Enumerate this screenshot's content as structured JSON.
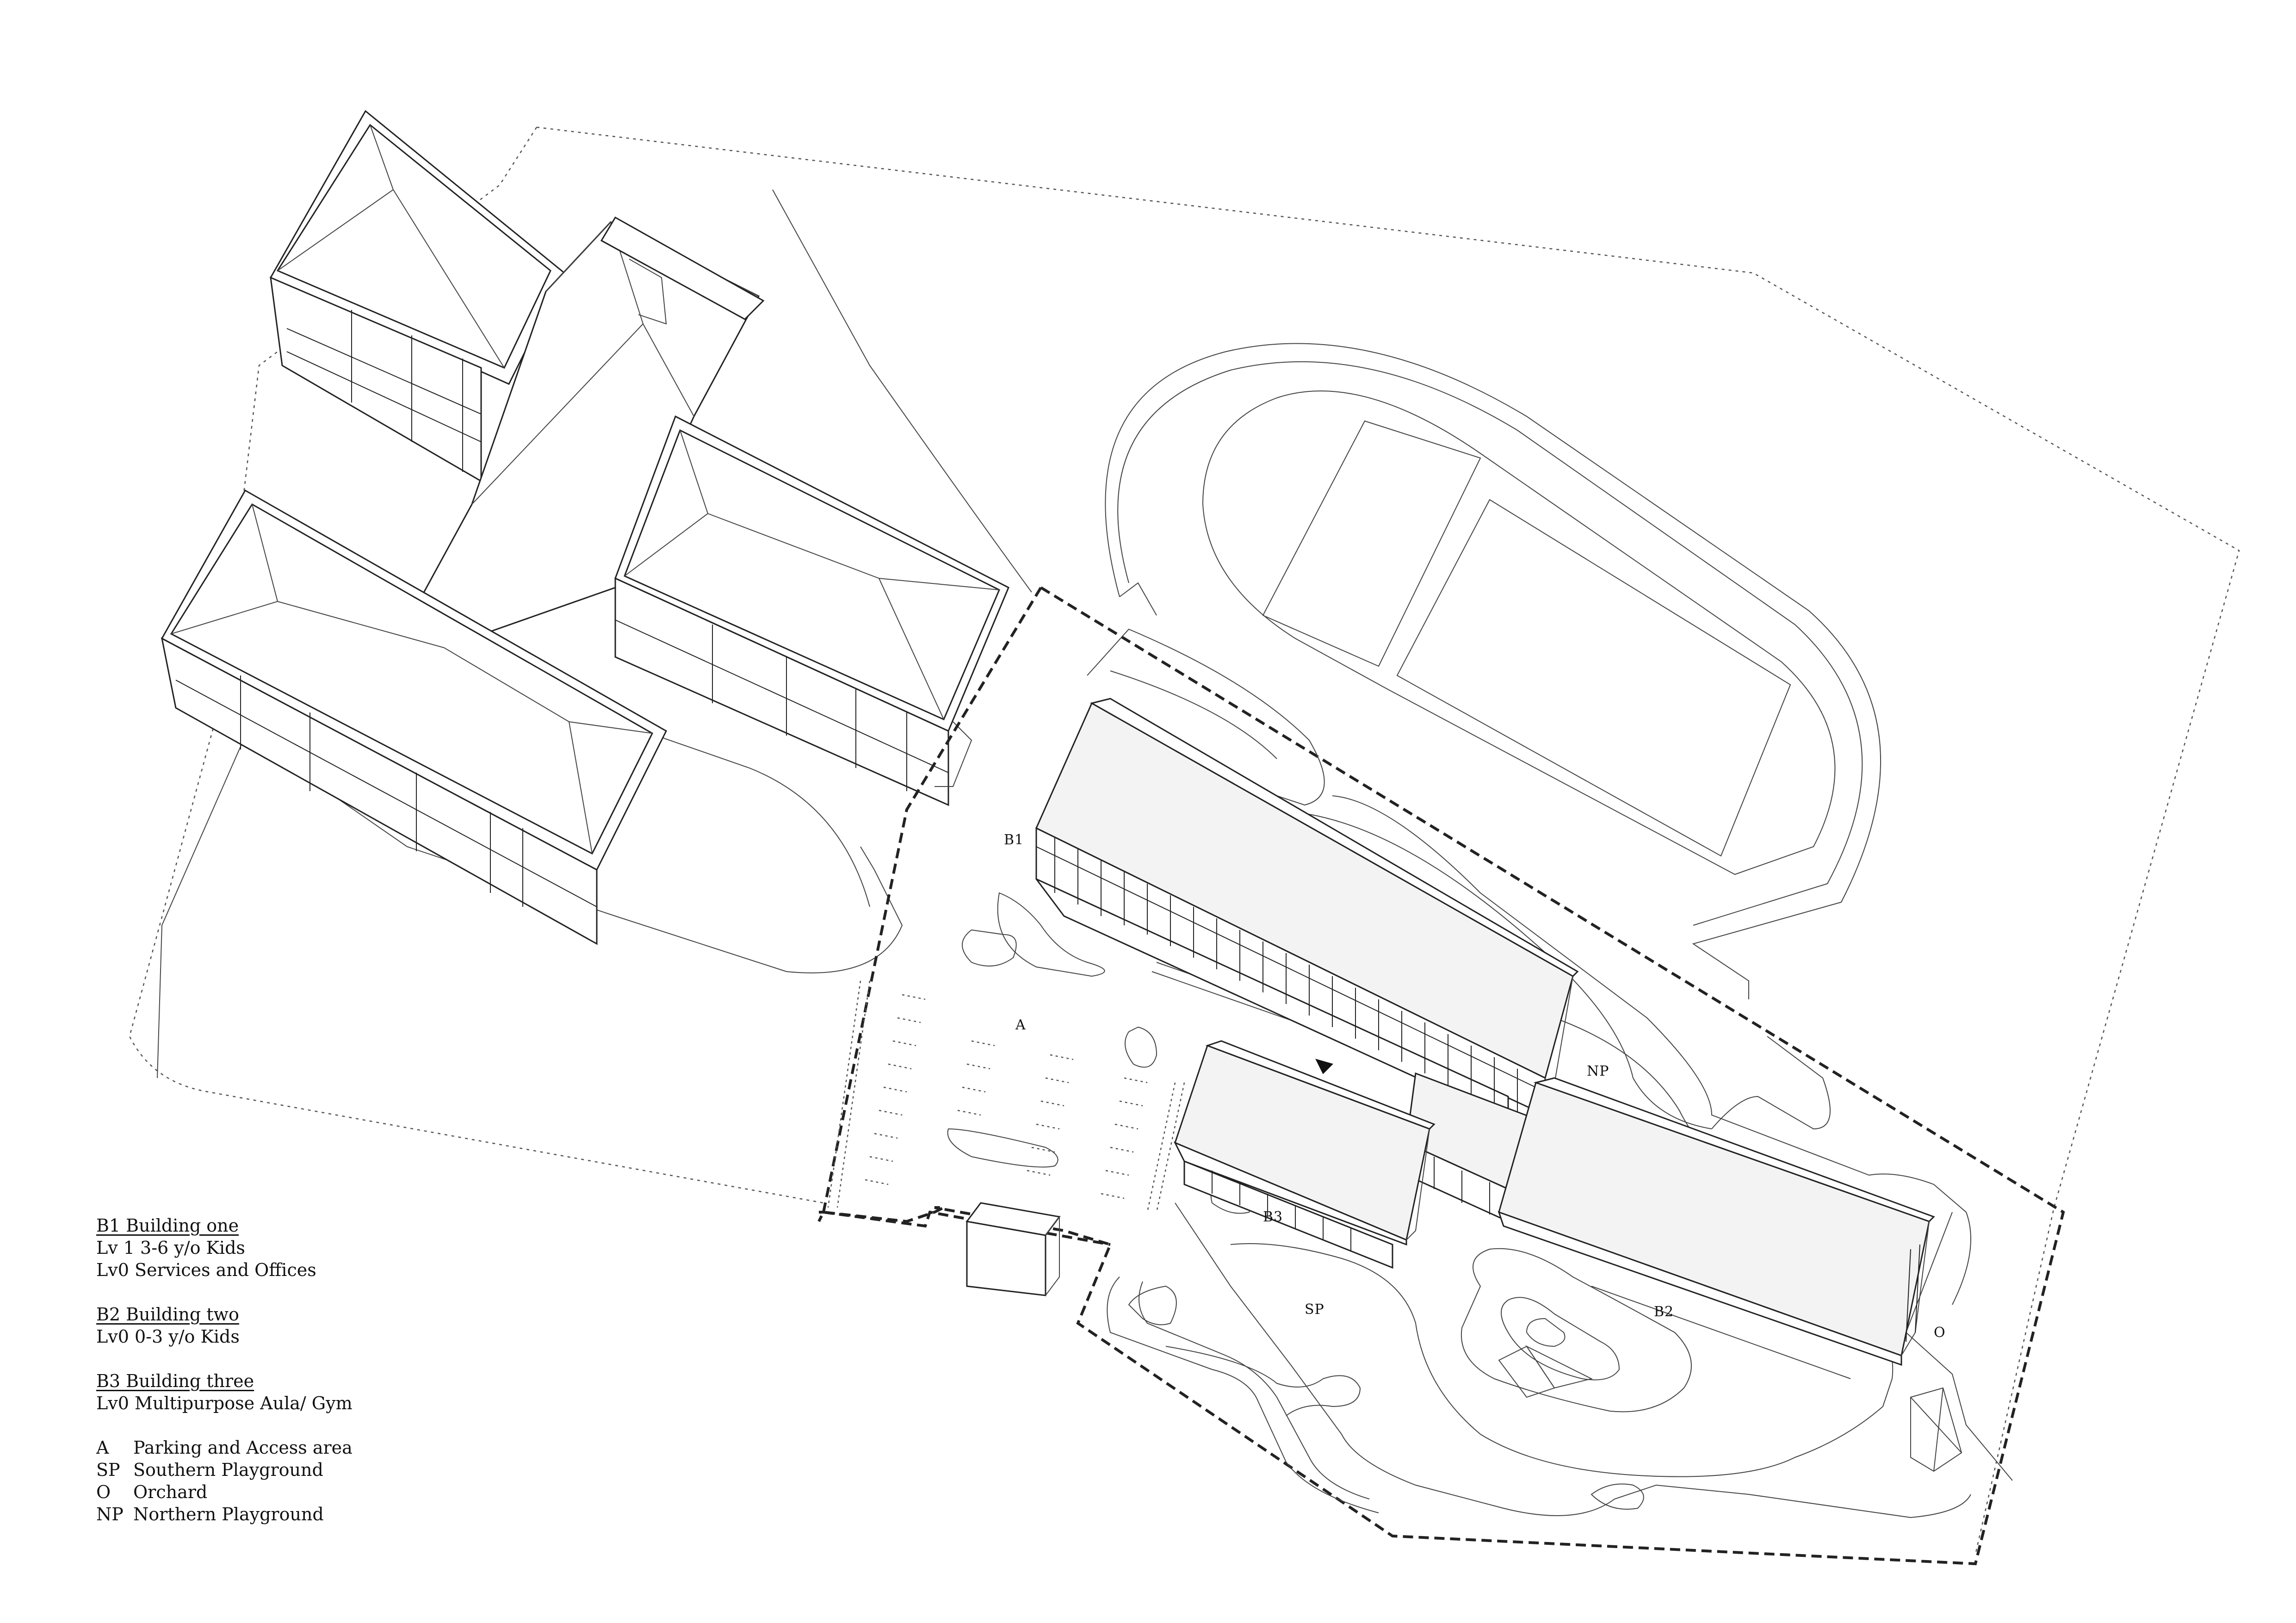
{
  "map_labels": {
    "b1": "B1",
    "b2": "B2",
    "b3": "B3",
    "a": "A",
    "sp": "SP",
    "o": "O",
    "np": "NP"
  },
  "legend": {
    "buildings": [
      {
        "heading": "B1    Building one",
        "lines": [
          "Lv 1  3-6 y/o Kids",
          "Lv0 Services and Offices"
        ]
      },
      {
        "heading": "B2    Building two ",
        "lines": [
          "Lv0  0-3 y/o Kids"
        ]
      },
      {
        "heading": "B3    Building three ",
        "lines": [
          "Lv0  Multipurpose Aula/ Gym"
        ]
      }
    ],
    "areas": [
      {
        "code": "A",
        "label": "Parking and Access area"
      },
      {
        "code": "SP",
        "label": "Southern Playground"
      },
      {
        "code": "O",
        "label": "Orchard"
      },
      {
        "code": "NP",
        "label": "Northern Playground"
      }
    ]
  }
}
